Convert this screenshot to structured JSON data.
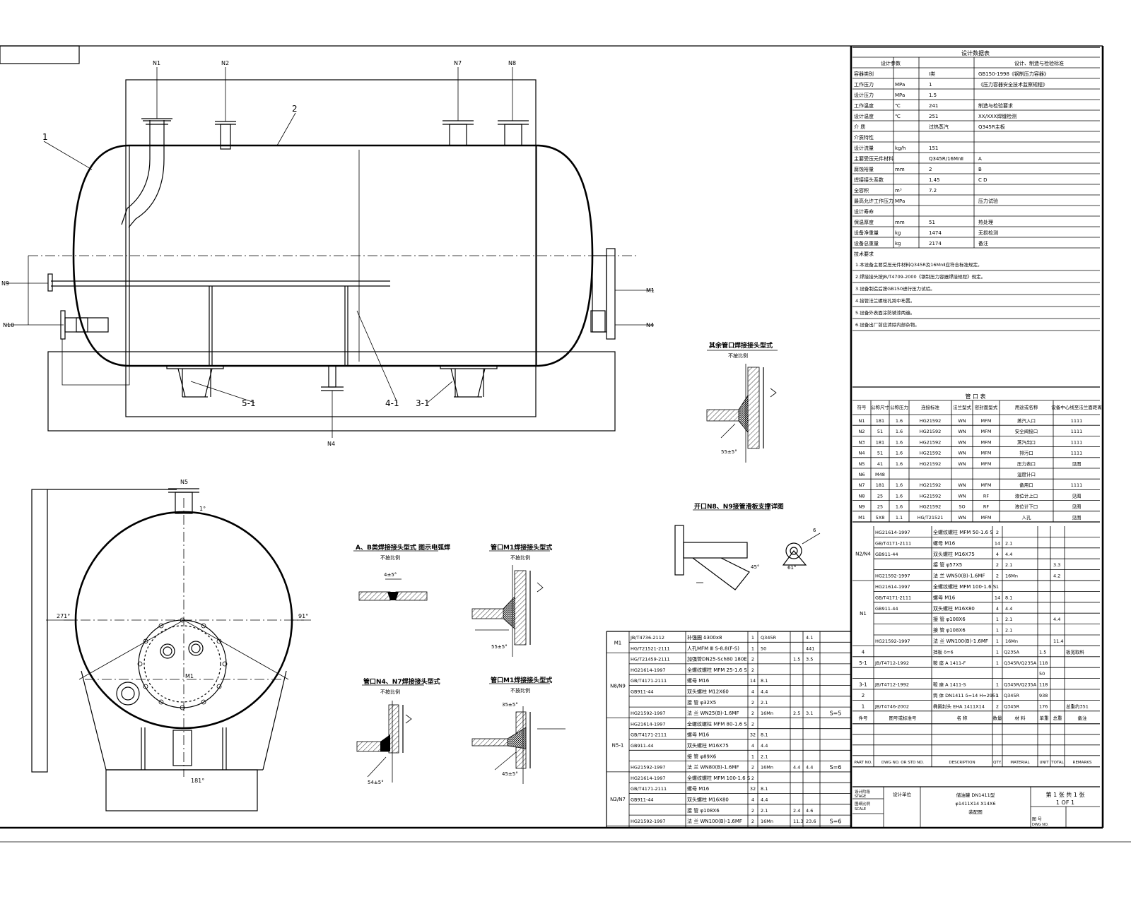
{
  "drawing": {
    "part_labels": [
      "1",
      "2",
      "5-1",
      "4-1",
      "3-1"
    ],
    "nozzle_labels": [
      "N1",
      "N2",
      "N7",
      "N8",
      "N9",
      "M1",
      "N10",
      "N4"
    ],
    "end_view": {
      "top_nozzle": "N5",
      "angle_top": "1°",
      "angle_left": "271°",
      "angle_right": "91°",
      "angle_bottom": "181°",
      "manhole": "M1"
    },
    "details": [
      {
        "title": "其余管口焊接接头型式",
        "subtitle": "不按比例",
        "dim": "55±5°"
      },
      {
        "title": "开口N8、N9接管滑板支撑详图",
        "angle1": "45°",
        "angle2": "61°",
        "callout": "6"
      },
      {
        "title": "A、B类焊接接头型式 图示电弧焊",
        "subtitle": "不按比例",
        "dim": "4±5°"
      },
      {
        "title": "管口M1焊接接头型式",
        "subtitle": "不按比例",
        "dim": "55±5°"
      },
      {
        "title": "管口N4、N7焊接接头型式",
        "subtitle": "不按比例",
        "dim": "54±5°"
      },
      {
        "title": "管口M1焊接接头型式",
        "subtitle": "不按比例",
        "dim1": "35±5°",
        "dim2": "45±5°"
      }
    ]
  },
  "design_table": {
    "title": "设计数据表",
    "header": [
      "设计参数",
      "",
      "",
      "设计、制造与检验标准"
    ],
    "rows": [
      [
        "容器类别",
        "",
        "Ⅰ类",
        "GB150-1998《钢制压力容器》"
      ],
      [
        "工作压力",
        "MPa",
        "1",
        "《压力容器安全技术监察规程》"
      ],
      [
        "设计压力",
        "MPa",
        "1.5",
        ""
      ],
      [
        "工作温度",
        "℃",
        "241",
        "制造与检验要求"
      ],
      [
        "设计温度",
        "℃",
        "251",
        "XX/XXX焊缝检测"
      ],
      [
        "介 质",
        "",
        "过热蒸汽",
        "Q345R主板"
      ],
      [
        "介质特性",
        "",
        "",
        ""
      ],
      [
        "设计流量",
        "kg/h",
        "151",
        ""
      ],
      [
        "主要受压元件材料",
        "",
        "Q345R/16MnⅡ",
        "A"
      ],
      [
        "腐蚀裕量",
        "mm",
        "2",
        "B"
      ],
      [
        "焊接接头系数",
        "",
        "1.45",
        "C D"
      ],
      [
        "全容积",
        "m³",
        "7.2",
        ""
      ],
      [
        "最高允许工作压力",
        "MPa",
        "",
        "压力试验"
      ],
      [
        "设计寿命",
        "",
        "",
        ""
      ],
      [
        "保温厚度",
        "mm",
        "51",
        "热处理"
      ],
      [
        "设备净重量",
        "kg",
        "1474",
        "无损检测"
      ],
      [
        "设备总重量",
        "kg",
        "2174",
        "备注"
      ]
    ],
    "notes_title": "技术要求",
    "notes": [
      "1.本设备主要受压元件材料Q345R及16MnⅡ应符合标准规定。",
      "2.焊接接头按JB/T4709-2000《钢制压力容器焊接规程》规定。",
      "3.设备制造后按GB150进行压力试验。",
      "4.接管法兰螺栓孔跨中布置。",
      "5.设备外表面涂防锈漆两遍。",
      "6.设备出厂前应清除内部杂物。"
    ]
  },
  "nozzle_table": {
    "title": "管 口 表",
    "headers": [
      "符号",
      "公称尺寸",
      "公称压力",
      "连接标准",
      "法兰型式",
      "密封面型式",
      "用途或名称",
      "设备中心线至法兰面距离"
    ],
    "rows": [
      [
        "N1",
        "181",
        "1.6",
        "HG21592",
        "WN",
        "MFM",
        "蒸汽入口",
        "1111"
      ],
      [
        "N2",
        "51",
        "1.6",
        "HG21592",
        "WN",
        "MFM",
        "安全阀接口",
        "1111"
      ],
      [
        "N3",
        "181",
        "1.6",
        "HG21592",
        "WN",
        "MFM",
        "蒸汽出口",
        "1111"
      ],
      [
        "N4",
        "51",
        "1.6",
        "HG21592",
        "WN",
        "MFM",
        "排污口",
        "1111"
      ],
      [
        "N5",
        "41",
        "1.6",
        "HG21592",
        "WN",
        "MFM",
        "压力表口",
        "见图"
      ],
      [
        "N6",
        "M48",
        "",
        "",
        "",
        "",
        "温度计口",
        ""
      ],
      [
        "N7",
        "181",
        "1.6",
        "HG21592",
        "WN",
        "MFM",
        "备用口",
        "1111"
      ],
      [
        "N8",
        "25",
        "1.6",
        "HG21592",
        "WN",
        "RF",
        "液位计上口",
        "见图"
      ],
      [
        "N9",
        "25",
        "1.6",
        "HG21592",
        "SO",
        "RF",
        "液位计下口",
        "见图"
      ],
      [
        "M1",
        "5X8",
        "1.1",
        "HG/T21521",
        "WN",
        "MFM",
        "人孔",
        "见图"
      ]
    ]
  },
  "bom_right": {
    "groups": [
      {
        "code": "N2/N4",
        "rows": [
          [
            "HG21614-1997",
            "全螺纹螺柱 MFM 50-1.6 S",
            "2",
            "",
            ""
          ],
          [
            "GB/T4171-2111",
            "螺母 M16",
            "14",
            "2.1",
            ""
          ],
          [
            "GB911-44",
            "双头螺柱 M16X75",
            "4",
            "4.4",
            ""
          ],
          [
            "",
            "接 管 φ57X5",
            "2",
            "2.1",
            "3.3"
          ],
          [
            "HG21592-1997",
            "法 兰 WN50(B)-1.6MF",
            "2",
            "16Mn",
            "4.2"
          ]
        ]
      },
      {
        "code": "N1",
        "rows": [
          [
            "HG21614-1997",
            "全螺纹螺柱 MFM 100-1.6 S",
            "1",
            "",
            ""
          ],
          [
            "GB/T4171-2111",
            "螺母 M16",
            "14",
            "8.1",
            ""
          ],
          [
            "GB911-44",
            "双头螺柱 M16X80",
            "4",
            "4.4",
            ""
          ],
          [
            "",
            "接 管 φ108X6",
            "1",
            "2.1",
            "4.4"
          ],
          [
            "",
            "接 管 φ108X6",
            "1",
            "2.1",
            ""
          ],
          [
            "HG21592-1997",
            "法 兰 WN100(B)-1.6MF",
            "1",
            "16Mn",
            "11.4"
          ]
        ]
      }
    ],
    "parts": [
      [
        "4",
        "",
        "挡板 δ=6",
        "1",
        "Q235A",
        "1.5",
        "板宽取料"
      ],
      [
        "5-1",
        "JB/T4712-1992",
        "鞍 座 A 1411-F",
        "1",
        "Q345R/Q235A",
        "118",
        ""
      ],
      [
        "",
        "",
        "",
        "",
        "",
        "50",
        ""
      ],
      [
        "3-1",
        "JB/T4712-1992",
        "鞍 座 A 1411-S",
        "1",
        "Q345R/Q235A",
        "118",
        ""
      ],
      [
        "2",
        "",
        "筒 体 DN1411 δ=14 H=2951",
        "1",
        "Q345R",
        "938",
        ""
      ],
      [
        "1",
        "JB/T4746-2002",
        "椭圆封头 EHA 1411X14",
        "2",
        "Q345R",
        "176",
        "总重约351"
      ]
    ],
    "header": [
      "件号",
      "图号或标准号",
      "名 称",
      "数量",
      "材 料",
      "单重",
      "总重",
      "备注"
    ],
    "desc_row": [
      "PART NO.",
      "DWG NO. OR STD NO.",
      "DESCRIPTION",
      "QTY.",
      "MATERIAL",
      "UNIT",
      "TOTAL",
      "REMARKS"
    ]
  },
  "bom_left": {
    "groups": [
      {
        "code": "M1",
        "rows": [
          [
            "JB/T4736-2112",
            "补强圈 δ300x8",
            "1",
            "Q345R",
            "",
            "4.1"
          ],
          [
            "HG/T21521-2111",
            "人孔MFM Ⅲ S-8.8(F-S)",
            "1",
            "50",
            "",
            "441"
          ]
        ]
      },
      {
        "code": "N8/N9",
        "rows": [
          [
            "HG/T21459-2111",
            "加强管DN25-Sch80 180E",
            "2",
            "",
            "1.5",
            "3.5"
          ],
          [
            "HG21614-1997",
            "全螺纹螺柱 MFM 25-1.6 S",
            "2",
            "",
            "",
            ""
          ],
          [
            "GB/T4171-2111",
            "螺母 M16",
            "14",
            "8.1",
            "",
            ""
          ],
          [
            "GB911-44",
            "双头螺柱 M12X60",
            "4",
            "4.4",
            "",
            ""
          ],
          [
            "",
            "接 管 φ32X5",
            "2",
            "2.1",
            "",
            ""
          ],
          [
            "HG21592-1997",
            "法 兰 WN25(B)-1.6MF",
            "2",
            "16Mn",
            "2.5",
            "3.1"
          ]
        ]
      },
      {
        "code": "N5-1",
        "rows": [
          [
            "HG21614-1997",
            "全螺纹螺柱 MFM 80-1.6 S",
            "2",
            "",
            "",
            ""
          ],
          [
            "GB/T4171-2111",
            "螺母 M16",
            "32",
            "8.1",
            "",
            ""
          ],
          [
            "GB911-44",
            "双头螺柱 M16X75",
            "4",
            "4.4",
            "",
            ""
          ],
          [
            "",
            "接 管 φ89X6",
            "1",
            "2.1",
            "",
            ""
          ],
          [
            "HG21592-1997",
            "法 兰 WN80(B)-1.6MF",
            "2",
            "16Mn",
            "4.4",
            "4.4"
          ]
        ]
      },
      {
        "code": "N3/N7",
        "rows": [
          [
            "HG21614-1997",
            "全螺纹螺柱 MFM 100-1.6 S",
            "2",
            "",
            "",
            ""
          ],
          [
            "GB/T4171-2111",
            "螺母 M16",
            "32",
            "8.1",
            "",
            ""
          ],
          [
            "GB911-44",
            "双头螺柱 M16X80",
            "4",
            "4.4",
            "",
            ""
          ],
          [
            "",
            "接 管 φ108X6",
            "2",
            "2.1",
            "2.4",
            "4.6"
          ],
          [
            "HG21592-1997",
            "法 兰 WN100(B)-1.6MF",
            "2",
            "16Mn",
            "11.3",
            "23.6"
          ]
        ]
      }
    ],
    "side_notes": [
      "S=5",
      "S=6",
      "S=6"
    ]
  },
  "title_block": {
    "labels": [
      "设计阶段",
      "STAGE",
      "图纸比例",
      "SCALE",
      "图 号",
      "DWG NO."
    ],
    "company": "设计单位",
    "drawing_title_1": "储油罐 DN1411型",
    "drawing_title_2": "φ1411X14 X14X6",
    "drawing_title_3": "装配图",
    "sheet": "第 1 张 共 1 张",
    "sheet_en": "1  OF  1"
  }
}
